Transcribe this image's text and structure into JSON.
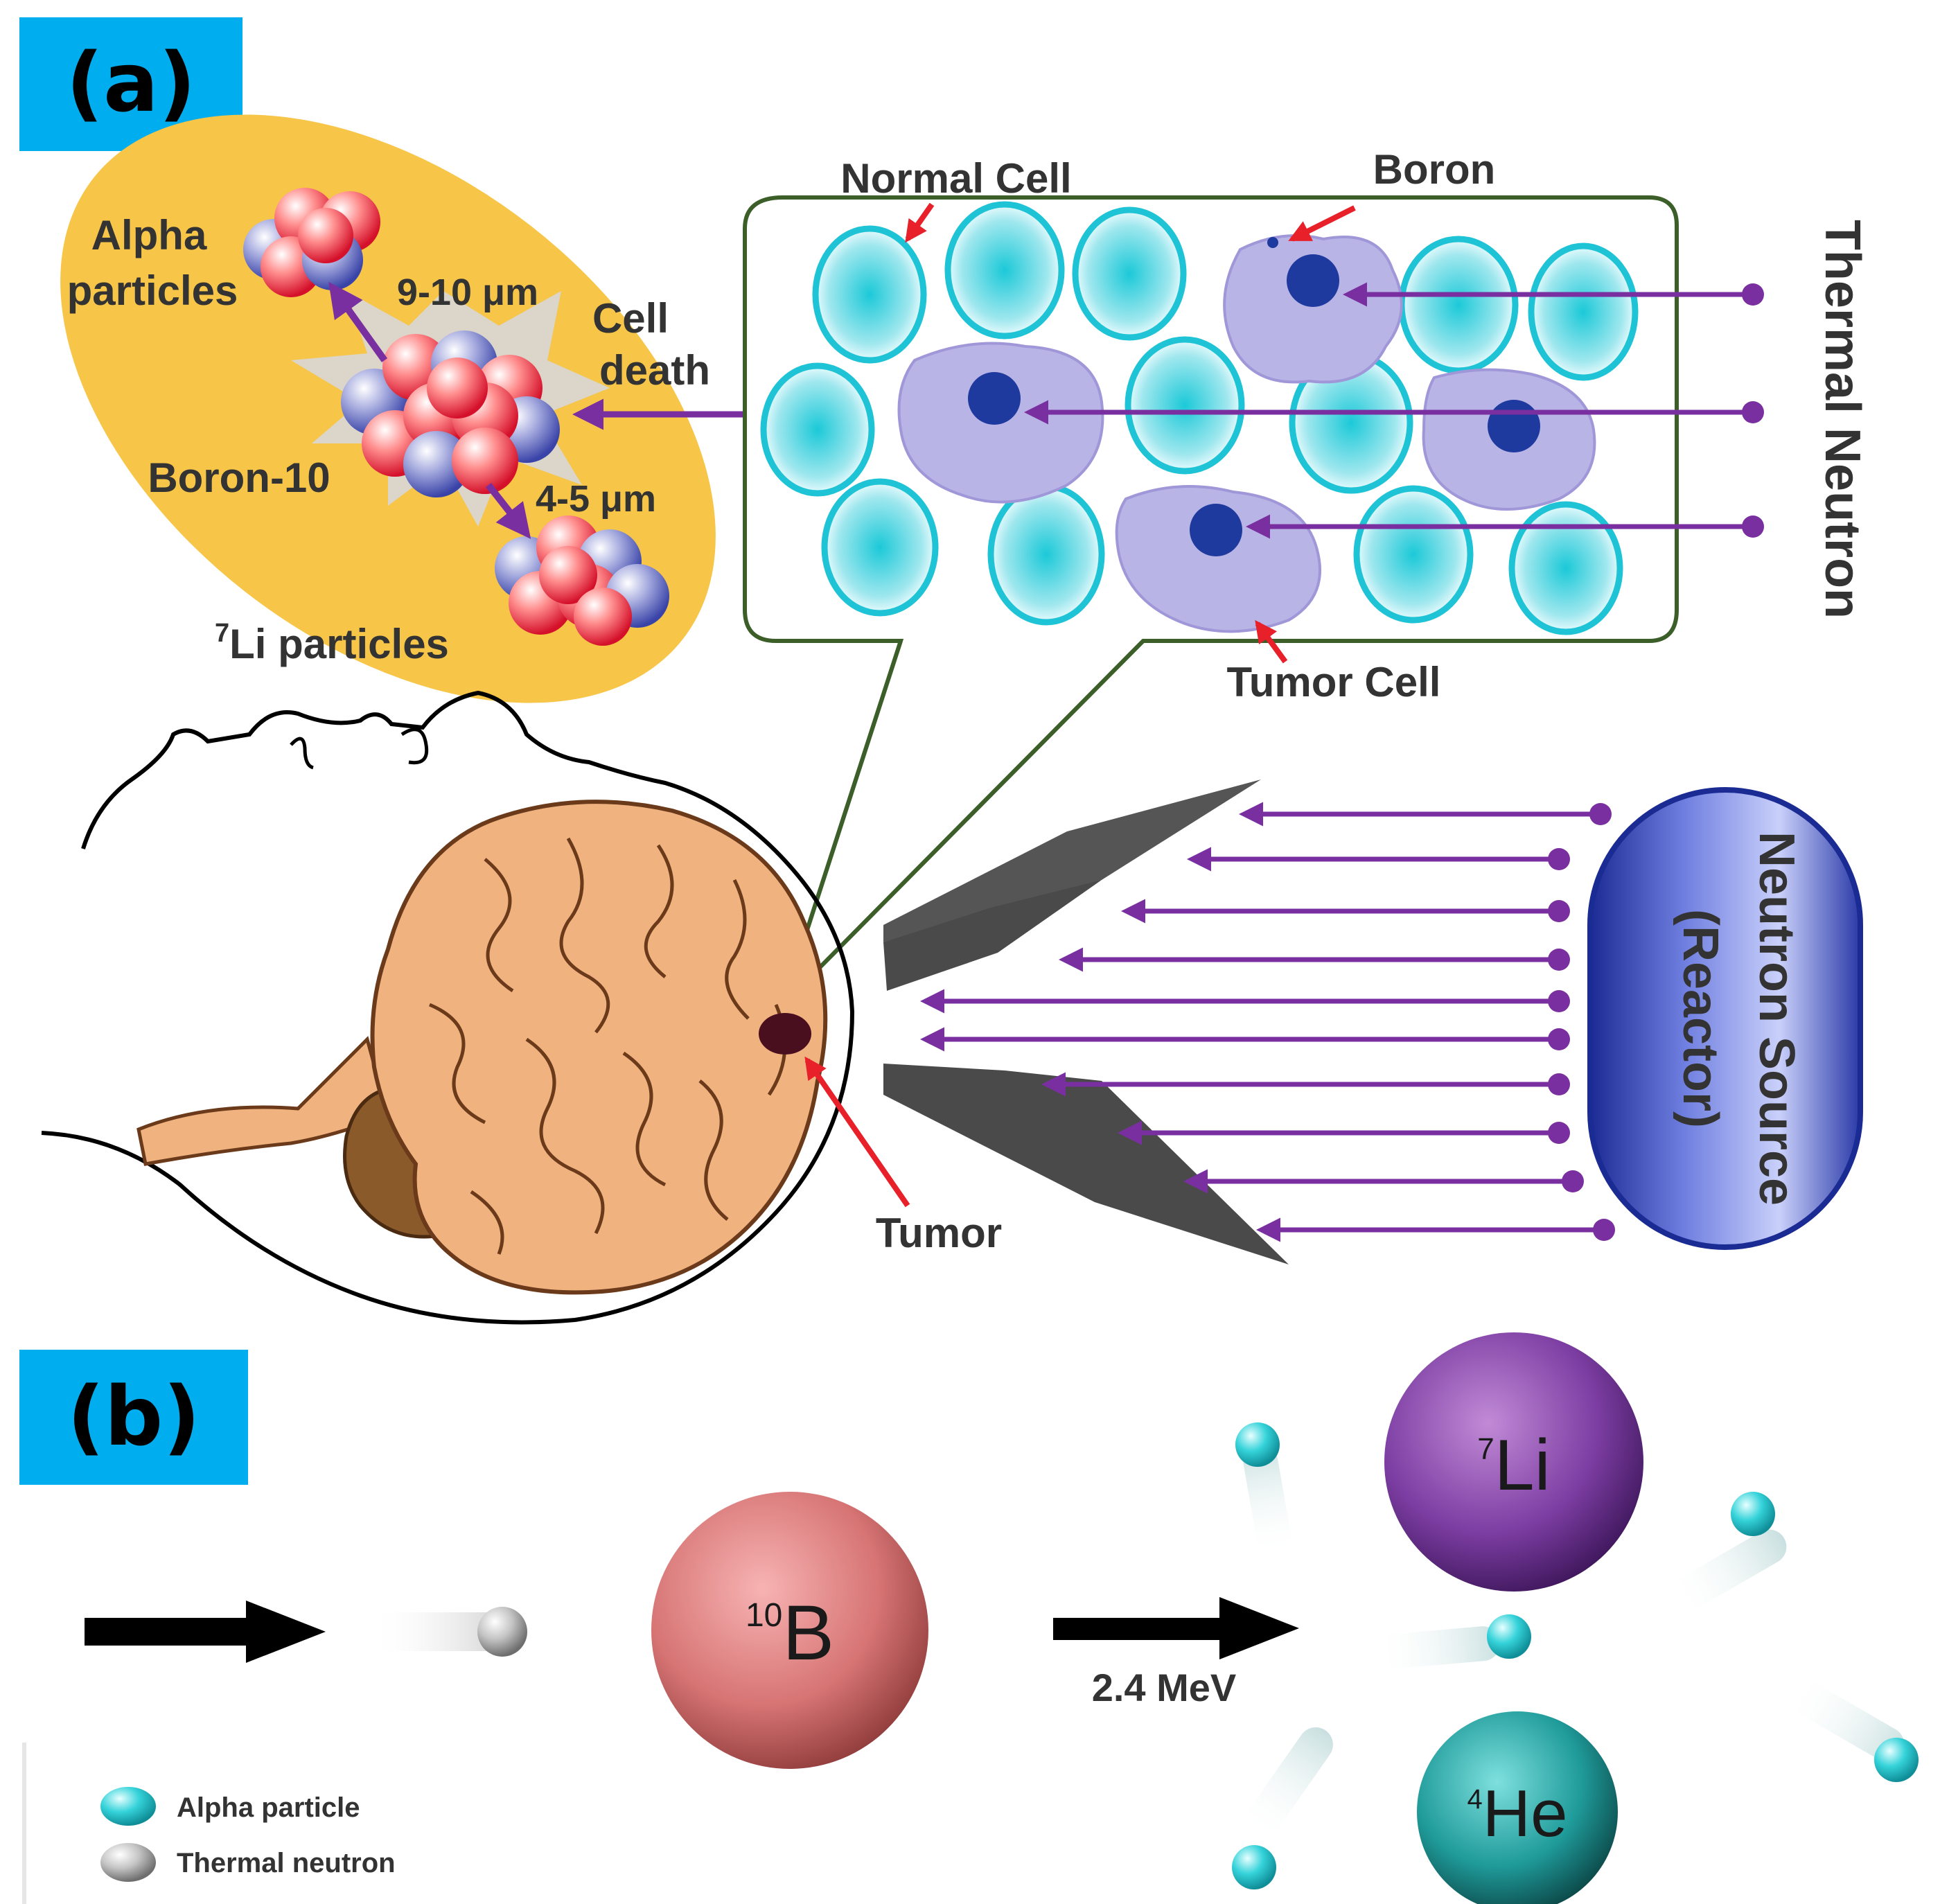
{
  "panel_a": {
    "tag": "(a)",
    "labels": {
      "alpha_1": "Alpha",
      "alpha_2": "particles",
      "dist_alpha": "9-10 μm",
      "cell_death_1": "Cell",
      "cell_death_2": "death",
      "boron10": "Boron-10",
      "dist_li": "4-5 μm",
      "li_sup": "7",
      "li_text": "Li particles",
      "normal_cell": "Normal Cell",
      "boron": "Boron",
      "tumor_cell": "Tumor Cell",
      "thermal_neutron": "Thermal Neutron",
      "neutron_source_1": "Neutron Source",
      "neutron_source_2": "(Reactor)",
      "tumor": "Tumor"
    }
  },
  "panel_b": {
    "tag": "(b)",
    "b10": {
      "sup": "10",
      "sym": "B"
    },
    "li7": {
      "sup": "7",
      "sym": "Li"
    },
    "he4": {
      "sup": "4",
      "sym": "He"
    },
    "energy": "2.4 MeV",
    "legend": {
      "alpha": "Alpha particle",
      "neutron": "Thermal neutron"
    }
  },
  "colors": {
    "tag_bg": "#00aeef",
    "halo": "#f7c548",
    "normal_cell": "#1ec3d6",
    "tumor_cell": "#b9b4e6",
    "nucleus": "#1f3a9e",
    "beam": "#7a2fa0",
    "pointer": "#e8202a",
    "brain": "#f0b27f",
    "collimator": "#555555",
    "source": "#1d2f9c",
    "b10": "#c96464",
    "li7": "#7a3aa0",
    "he4": "#1c8b8b",
    "energy_text": "#e8202a"
  }
}
